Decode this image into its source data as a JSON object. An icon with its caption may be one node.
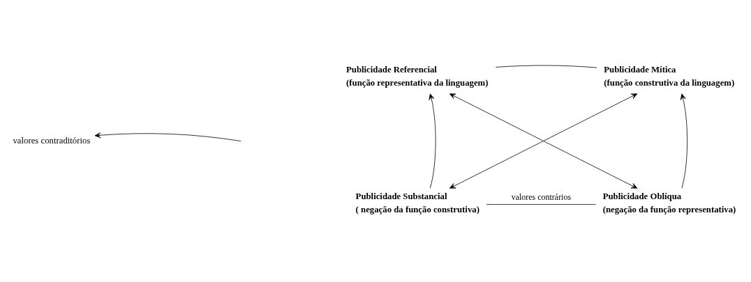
{
  "diagram": {
    "nodes": [
      {
        "text": [
          "Publicidade Referencial",
          "(função representativa da linguagem)"
        ]
      },
      {
        "text": [
          "Publicidade Mítica",
          "(função construtiva da linguagem)"
        ]
      },
      {
        "text": [
          "Publicidade Substancial",
          "( negação da função construtiva)"
        ]
      },
      {
        "text": [
          "Publicidade Oblíqua",
          "(negação da função representativa)"
        ]
      },
      {
        "text": [
          "valores contraditórios"
        ]
      }
    ],
    "edges": [
      {
        "from": 0,
        "to": 1,
        "arrow": "none"
      },
      {
        "from": 2,
        "to": 0,
        "arrow": "to"
      },
      {
        "from": 3,
        "to": 1,
        "arrow": "to"
      },
      {
        "from": 2,
        "to": 3,
        "arrow": "none",
        "label": "valores contrários"
      },
      {
        "from": 0,
        "to": 3,
        "arrow": "both"
      },
      {
        "from": 1,
        "to": 2,
        "arrow": "both"
      },
      {
        "from": null,
        "to": 4,
        "arrow": "to"
      }
    ]
  }
}
